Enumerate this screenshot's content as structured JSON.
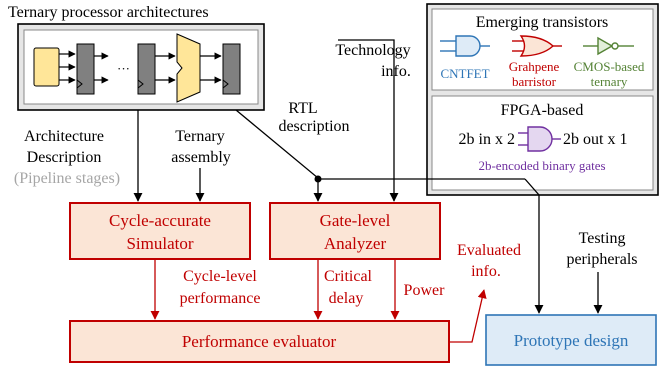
{
  "ternary_panel": {
    "title": "Ternary processor architectures"
  },
  "emerging_panel": {
    "title": "Emerging transistors",
    "cntfet": "CNTFET",
    "grahpene_line1": "Grahpene",
    "grahpene_line2": "barristor",
    "cmos_line1": "CMOS-based",
    "cmos_line2": "ternary"
  },
  "fpga_panel": {
    "title": "FPGA-based",
    "in_label": "2b in x 2",
    "out_label": "2b out x 1",
    "caption": "2b-encoded binary gates"
  },
  "labels": {
    "technology_line1": "Technology",
    "technology_line2": "info.",
    "rtl_line1": "RTL",
    "rtl_line2": "description",
    "arch_line1": "Architecture",
    "arch_line2": "Description",
    "arch_line3": "(Pipeline stages)",
    "assembly_line1": "Ternary",
    "assembly_line2": "assembly",
    "cycle_perf_line1": "Cycle-level",
    "cycle_perf_line2": "performance",
    "critical_line1": "Critical",
    "critical_line2": "delay",
    "power": "Power",
    "evaluated_line1": "Evaluated",
    "evaluated_line2": "info.",
    "testing_line1": "Testing",
    "testing_line2": "peripherals"
  },
  "boxes": {
    "simulator_line1": "Cycle-accurate",
    "simulator_line2": "Simulator",
    "analyzer_line1": "Gate-level",
    "analyzer_line2": "Analyzer",
    "evaluator": "Performance evaluator",
    "prototype": "Prototype design"
  },
  "colors": {
    "red": "#c00000",
    "red_fill": "#fbe5d6",
    "blue": "#2e75b6",
    "blue_fill": "#deebf7",
    "cntfet": "#2e75b6",
    "graphene": "#c00000",
    "cmos": "#548235",
    "fpga": "#7030a0",
    "gray_text": "#a6a6a6"
  },
  "icons": [
    "register-block-icon",
    "mux-icon",
    "and-gate-icon",
    "or-gate-icon",
    "buffer-gate-icon"
  ]
}
